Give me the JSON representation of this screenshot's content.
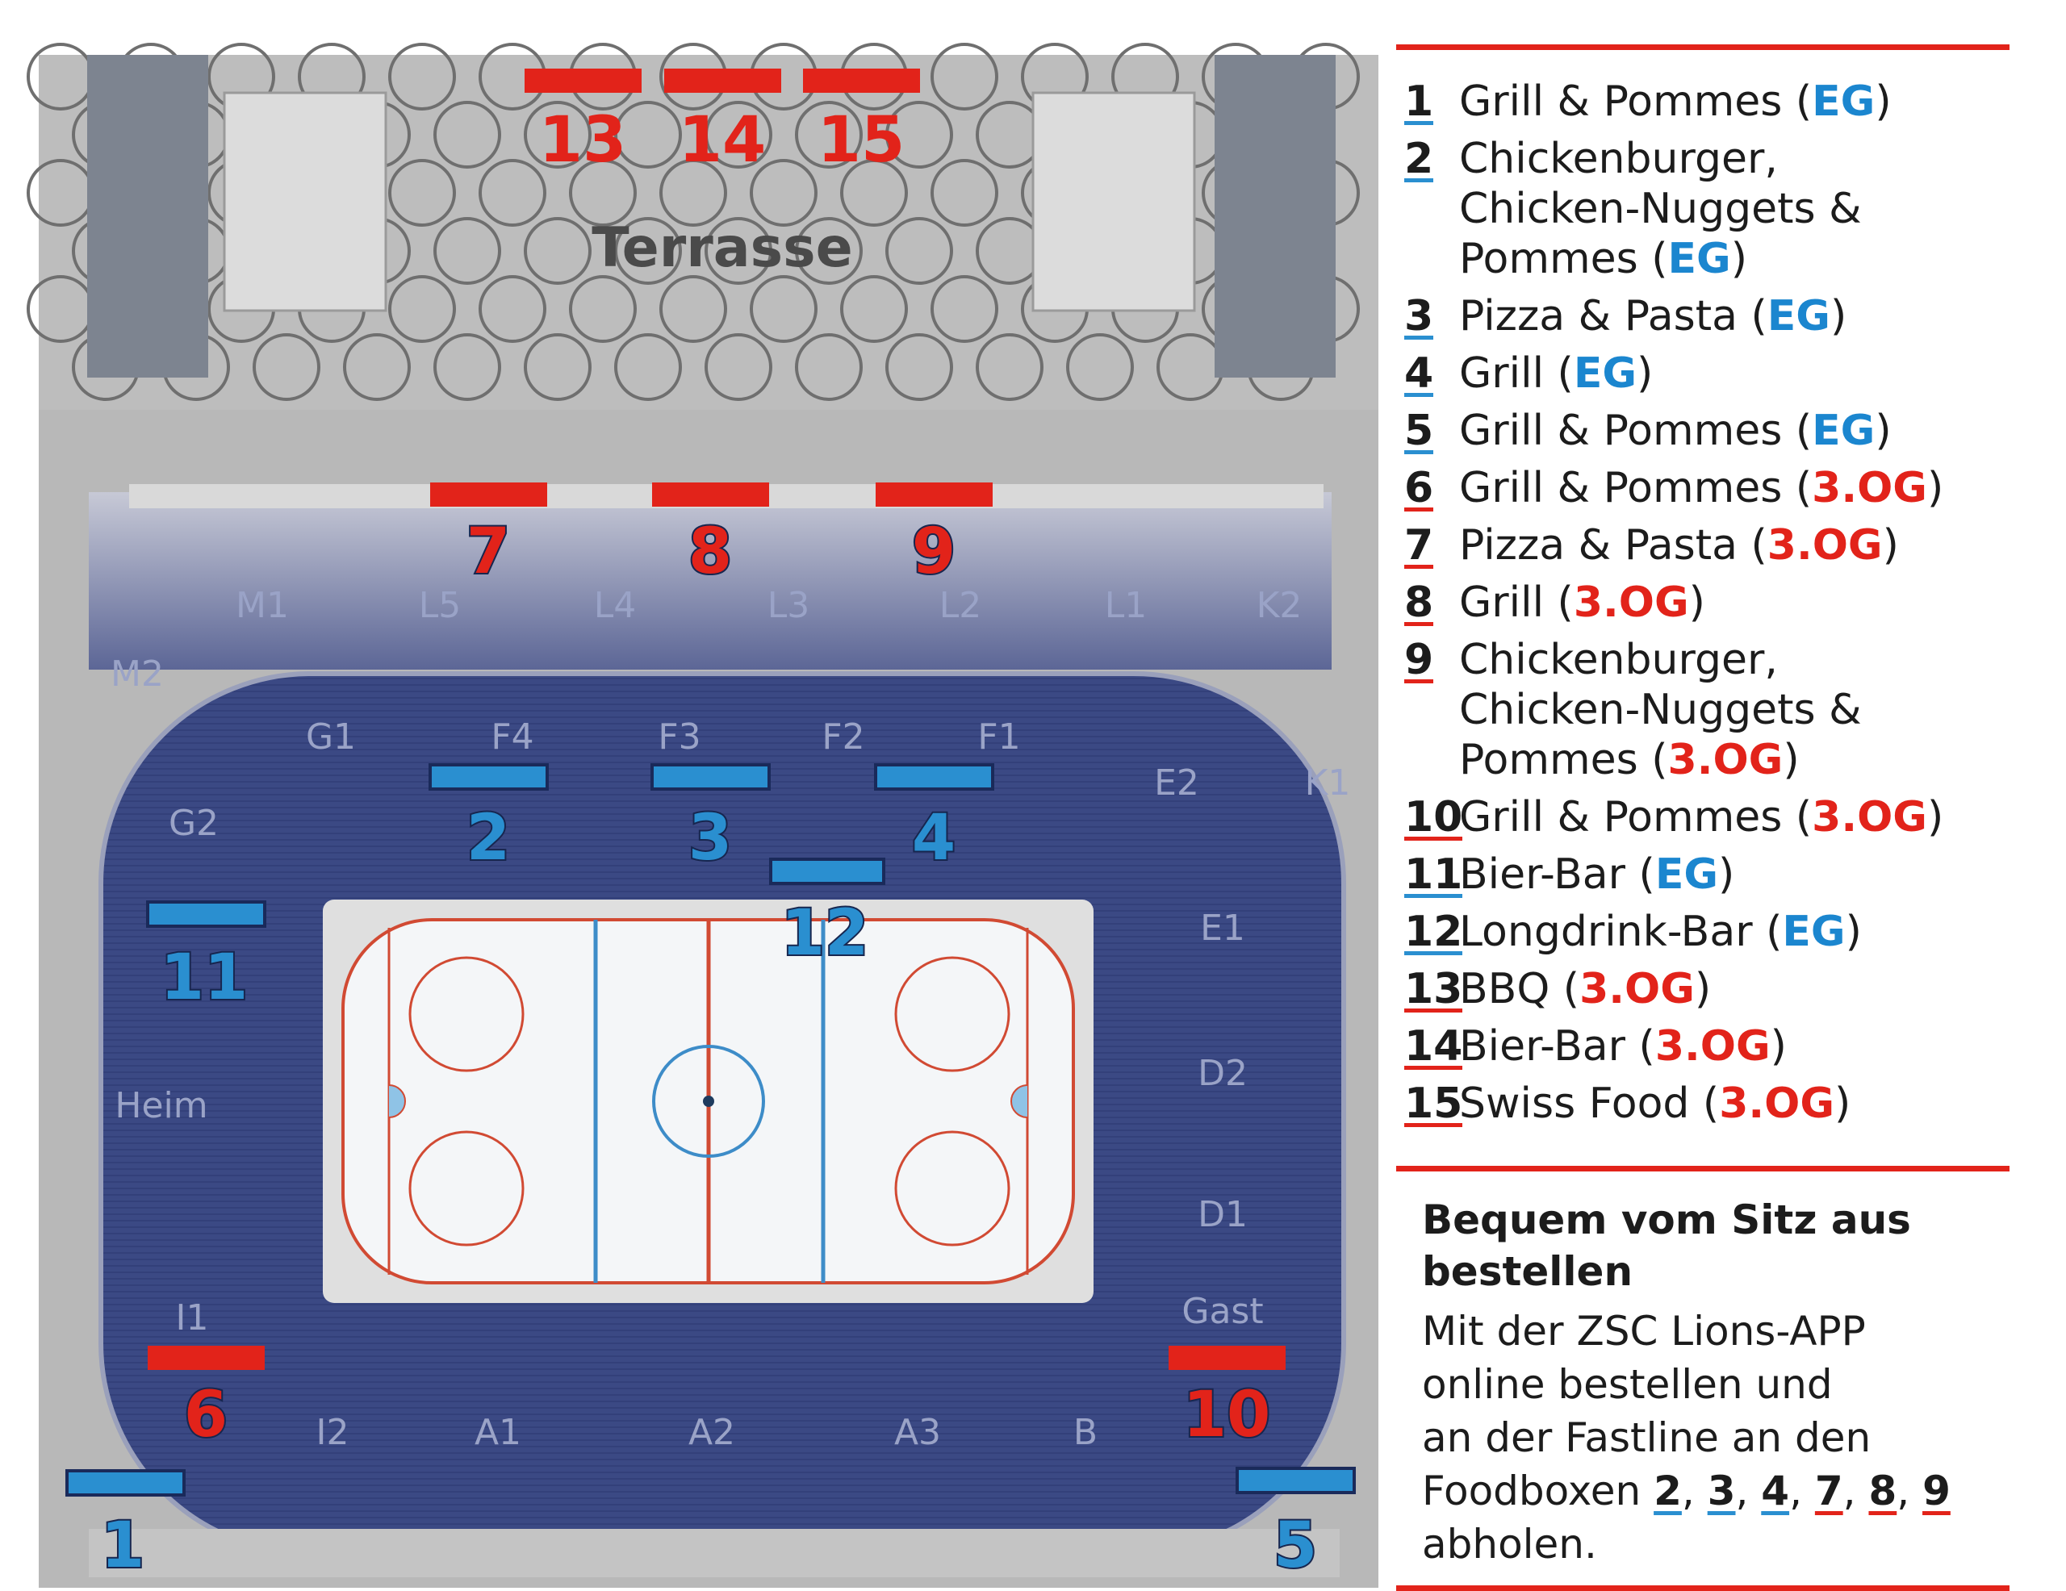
{
  "terrace_label": "Terrasse",
  "sections": [
    "M1",
    "L5",
    "L4",
    "L3",
    "L2",
    "L1",
    "K2",
    "M2",
    "G1",
    "F4",
    "F3",
    "F2",
    "F1",
    "E2",
    "K1",
    "G2",
    "E1",
    "Heim",
    "D2",
    "D1",
    "Gast",
    "I1",
    "I2",
    "A1",
    "A2",
    "A3",
    "B"
  ],
  "markers": [
    "1",
    "2",
    "3",
    "4",
    "5",
    "6",
    "7",
    "8",
    "9",
    "10",
    "11",
    "12",
    "13",
    "14",
    "15"
  ],
  "colors": {
    "blue": "#2a8fd0",
    "red": "#e2231a",
    "seat": "#3c4a86",
    "concrete": "#b9b9b9"
  },
  "legend": [
    {
      "num": "1",
      "text": "Grill & Pommes (",
      "level": "EG",
      "close": ")"
    },
    {
      "num": "2",
      "text": "Chickenburger,\nChicken-Nuggets &\nPommes (",
      "level": "EG",
      "close": ")"
    },
    {
      "num": "3",
      "text": "Pizza & Pasta (",
      "level": "EG",
      "close": ")"
    },
    {
      "num": "4",
      "text": "Grill (",
      "level": "EG",
      "close": ")"
    },
    {
      "num": "5",
      "text": "Grill & Pommes (",
      "level": "EG",
      "close": ")"
    },
    {
      "num": "6",
      "text": "Grill & Pommes (",
      "level": "3.OG",
      "close": ")"
    },
    {
      "num": "7",
      "text": "Pizza & Pasta (",
      "level": "3.OG",
      "close": ")"
    },
    {
      "num": "8",
      "text": "Grill (",
      "level": "3.OG",
      "close": ")"
    },
    {
      "num": "9",
      "text": "Chickenburger,\nChicken-Nuggets &\nPommes (",
      "level": "3.OG",
      "close": ")"
    },
    {
      "num": "10",
      "text": "Grill & Pommes (",
      "level": "3.OG",
      "close": ")"
    },
    {
      "num": "11",
      "text": "Bier-Bar (",
      "level": "EG",
      "close": ")"
    },
    {
      "num": "12",
      "text": "Longdrink-Bar (",
      "level": "EG",
      "close": ")"
    },
    {
      "num": "13",
      "text": "BBQ (",
      "level": "3.OG",
      "close": ")"
    },
    {
      "num": "14",
      "text": "Bier-Bar (",
      "level": "3.OG",
      "close": ")"
    },
    {
      "num": "15",
      "text": "Swiss Food (",
      "level": "3.OG",
      "close": ")"
    }
  ],
  "order_box": {
    "heading": "Bequem vom Sitz aus bestellen",
    "line1": "Mit der ZSC Lions-APP",
    "line2": "online bestellen und",
    "line3": "an der Fastline an den",
    "line4_prefix": "Foodboxen ",
    "boxes": [
      "2",
      "3",
      "4",
      "7",
      "8",
      "9"
    ],
    "line5": "abholen."
  }
}
